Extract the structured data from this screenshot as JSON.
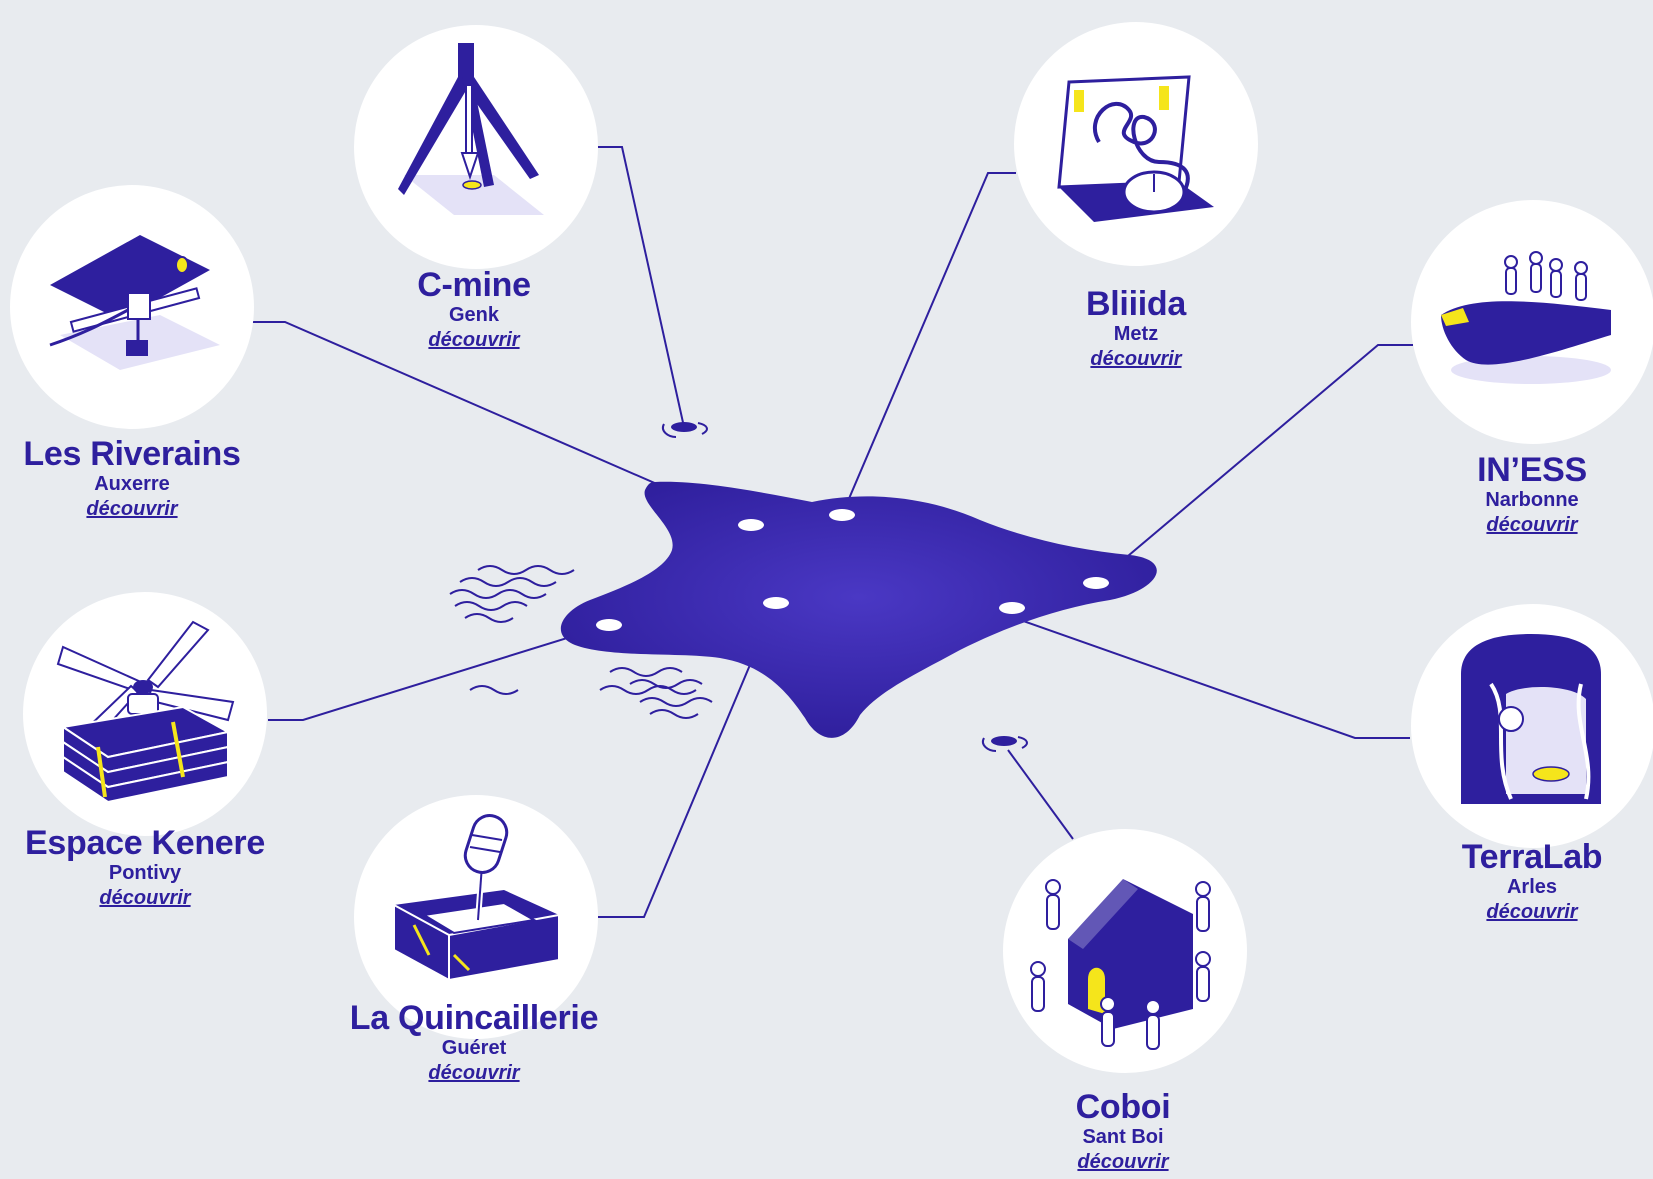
{
  "colors": {
    "background": "#e8ebef",
    "accent": "#2e1f9e",
    "highlight": "#f5e51b",
    "circle": "#ffffff"
  },
  "places": [
    {
      "id": "c-mine",
      "name": "C-mine",
      "city": "Genk",
      "link": "découvrir",
      "icon": "tripod-pen-plotter-icon"
    },
    {
      "id": "bliiida",
      "name": "Bliiida",
      "city": "Metz",
      "link": "découvrir",
      "icon": "laptop-drawing-icon"
    },
    {
      "id": "les-riverains",
      "name": "Les Riverains",
      "city": "Auxerre",
      "link": "découvrir",
      "icon": "roof-machine-icon"
    },
    {
      "id": "iness",
      "name": "IN’ESS",
      "city": "Narbonne",
      "link": "découvrir",
      "icon": "people-on-platform-icon"
    },
    {
      "id": "espace-kenere",
      "name": "Espace Kenere",
      "city": "Pontivy",
      "link": "découvrir",
      "icon": "propeller-books-icon"
    },
    {
      "id": "terralab",
      "name": "TerraLab",
      "city": "Arles",
      "link": "découvrir",
      "icon": "theater-curtain-icon"
    },
    {
      "id": "la-quincaillerie",
      "name": "La Quincaillerie",
      "city": "Guéret",
      "link": "découvrir",
      "icon": "microphone-stage-icon"
    },
    {
      "id": "coboi",
      "name": "Coboi",
      "city": "Sant Boi",
      "link": "découvrir",
      "icon": "house-people-icon"
    }
  ]
}
